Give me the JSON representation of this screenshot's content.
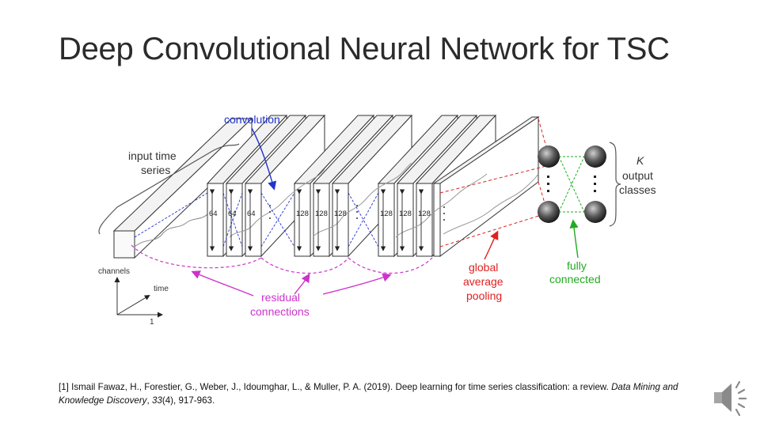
{
  "slide": {
    "title": "Deep Convolutional Neural Network for TSC"
  },
  "diagram": {
    "labels": {
      "input_time_series": [
        "input time",
        "series"
      ],
      "convolution": "convolution",
      "channels": "channels",
      "time": "time",
      "axis_one": "1",
      "residual_connections": [
        "residual",
        "connections"
      ],
      "global_average_pooling": [
        "global",
        "average",
        "pooling"
      ],
      "fully_connected": [
        "fully",
        "connected"
      ],
      "output_k": "K",
      "output_classes": [
        "output",
        "classes"
      ]
    },
    "filter_counts": [
      "64",
      "64",
      "64",
      "128",
      "128",
      "128",
      "128",
      "128",
      "128"
    ],
    "colors": {
      "blue_annotation": "#2233cc",
      "magenta_residual": "#cc33cc",
      "red_pooling": "#e02020",
      "green_fc": "#22aa22",
      "block_line": "#333333"
    }
  },
  "citation": {
    "prefix": "[1] Ismail Fawaz, H., Forestier, G., Weber, J., Idoumghar, L., & Muller, P. A. (2019). Deep learning for time series classification: a review. ",
    "journal": "Data Mining and Knowledge Discovery",
    "middle": ", ",
    "volume": "33",
    "issue": "(4)",
    "pages": ", 917-963."
  },
  "icons": {
    "audio": "speaker-icon"
  }
}
